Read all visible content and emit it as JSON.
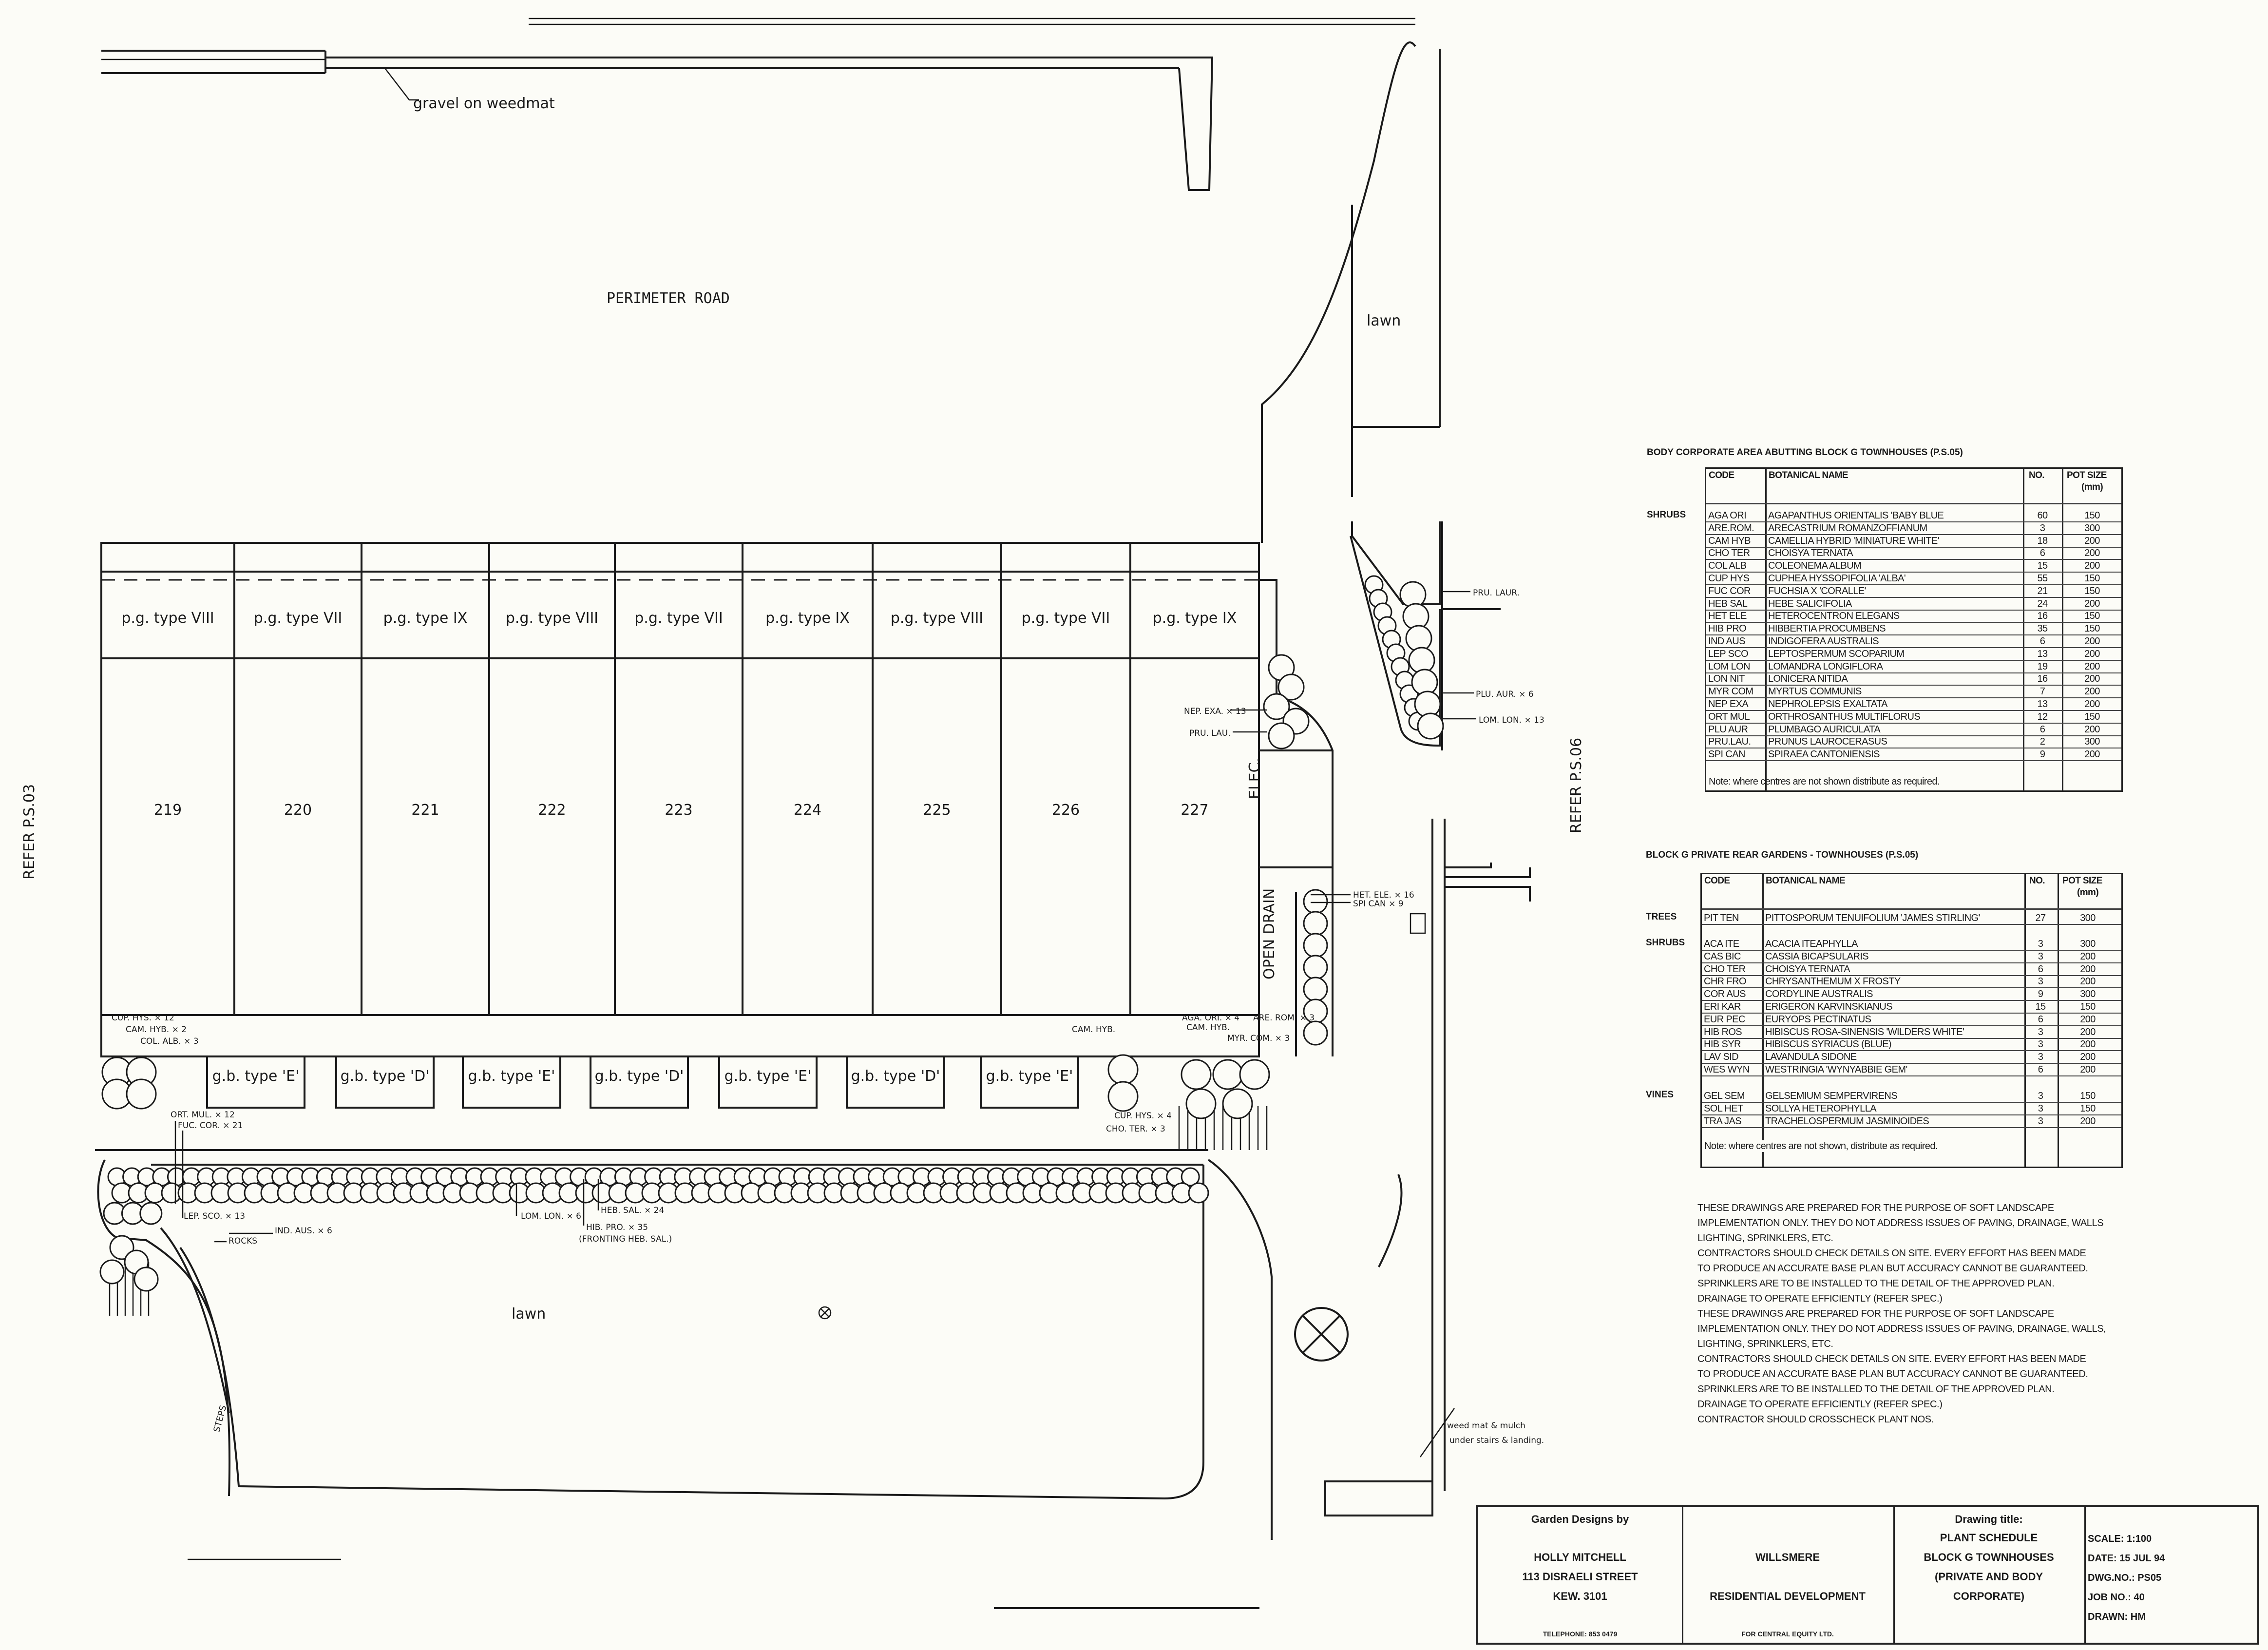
{
  "plan": {
    "perimeter_road": "PERIMETER ROAD",
    "gravel_label": "gravel on weedmat",
    "lawn_top": "lawn",
    "lawn_bottom": "lawn",
    "refer_left": "REFER P.S.03",
    "refer_right": "REFER P.S.06",
    "elec": "ELEC.",
    "open_drain": "OPEN DRAIN",
    "steps": "STEPS",
    "units": [
      {
        "type": "p.g. type VIII",
        "number": "219"
      },
      {
        "type": "p.g. type VII",
        "number": "220"
      },
      {
        "type": "p.g. type IX",
        "number": "221"
      },
      {
        "type": "p.g. type VIII",
        "number": "222"
      },
      {
        "type": "p.g. type VII",
        "number": "223"
      },
      {
        "type": "p.g. type IX",
        "number": "224"
      },
      {
        "type": "p.g. type VIII",
        "number": "225"
      },
      {
        "type": "p.g. type VII",
        "number": "226"
      },
      {
        "type": "p.g. type IX",
        "number": "227"
      }
    ],
    "garden_beds": [
      "g.b. type 'E'",
      "g.b. type 'D'",
      "g.b. type 'E'",
      "g.b. type 'D'",
      "g.b. type 'E'",
      "g.b. type 'D'",
      "g.b. type 'E'"
    ],
    "annotations": {
      "cup_hys_12": "CUP. HYS. × 12",
      "cam_hyb_2": "CAM. HYB. × 2",
      "col_alb_3": "COL. ALB. × 3",
      "ort_mul_12": "ORT. MUL. × 12",
      "fuc_cor_21": "FUC. COR. × 21",
      "lep_sco_13": "LEP. SCO. × 13",
      "ind_aus_6": "IND. AUS. × 6",
      "rocks": "ROCKS",
      "lom_lon_6": "LOM. LON. × 6",
      "heb_sal_24": "HEB. SAL. × 24",
      "hib_pro_35": "HIB. PRO. × 35",
      "fronting": "(FRONTING HEB. SAL.)",
      "cam_hyb_a": "CAM. HYB.",
      "aga_ori_4": "AGA. ORI. × 4",
      "cam_hyb_b": "CAM. HYB.",
      "myr_com_3": "MYR. COM. × 3",
      "are_rom_3": "ARE. ROM. × 3",
      "cup_hys_4": "CUP. HYS. × 4",
      "cho_ter_3": "CHO. TER. × 3",
      "nep_exa_13": "NEP. EXA. × 13",
      "pru_lau": "PRU. LAU.",
      "pru_laur": "PRU. LAUR.",
      "plu_aur_6": "PLU. AUR. × 6",
      "lom_lon_13": "LOM. LON. × 13",
      "het_ele_16": "HET. ELE. × 16",
      "spi_can_9": "SPI CAN × 9",
      "weed_mat_1": "weed mat & mulch",
      "weed_mat_2": "under stairs & landing."
    }
  },
  "schedule1": {
    "title": "BODY CORPORATE AREA ABUTTING BLOCK G TOWNHOUSES (P.S.05)",
    "headers": {
      "code": "CODE",
      "name": "BOTANICAL NAME",
      "no": "NO.",
      "pot": "POT SIZE",
      "pot_unit": "(mm)"
    },
    "group": "SHRUBS",
    "rows": [
      {
        "code": "AGA ORI",
        "name": "AGAPANTHUS ORIENTALIS 'BABY BLUE",
        "no": "60",
        "pot": "150"
      },
      {
        "code": "ARE.ROM.",
        "name": "ARECASTRIUM ROMANZOFFIANUM",
        "no": "3",
        "pot": "300"
      },
      {
        "code": "CAM HYB",
        "name": "CAMELLIA HYBRID 'MINIATURE WHITE'",
        "no": "18",
        "pot": "200"
      },
      {
        "code": "CHO TER",
        "name": "CHOISYA TERNATA",
        "no": "6",
        "pot": "200"
      },
      {
        "code": "COL ALB",
        "name": "COLEONEMA ALBUM",
        "no": "15",
        "pot": "200"
      },
      {
        "code": "CUP HYS",
        "name": "CUPHEA HYSSOPIFOLIA 'ALBA'",
        "no": "55",
        "pot": "150"
      },
      {
        "code": "FUC COR",
        "name": "FUCHSIA X 'CORALLE'",
        "no": "21",
        "pot": "150"
      },
      {
        "code": "HEB SAL",
        "name": "HEBE SALICIFOLIA",
        "no": "24",
        "pot": "200"
      },
      {
        "code": "HET ELE",
        "name": "HETEROCENTRON ELEGANS",
        "no": "16",
        "pot": "150"
      },
      {
        "code": "HIB PRO",
        "name": "HIBBERTIA PROCUMBENS",
        "no": "35",
        "pot": "150"
      },
      {
        "code": "IND AUS",
        "name": "INDIGOFERA AUSTRALIS",
        "no": "6",
        "pot": "200"
      },
      {
        "code": "LEP SCO",
        "name": "LEPTOSPERMUM SCOPARIUM",
        "no": "13",
        "pot": "200"
      },
      {
        "code": "LOM LON",
        "name": "LOMANDRA LONGIFLORA",
        "no": "19",
        "pot": "200"
      },
      {
        "code": "LON NIT",
        "name": "LONICERA NITIDA",
        "no": "16",
        "pot": "200"
      },
      {
        "code": "MYR COM",
        "name": "MYRTUS COMMUNIS",
        "no": "7",
        "pot": "200"
      },
      {
        "code": "NEP EXA",
        "name": "NEPHROLEPSIS EXALTATA",
        "no": "13",
        "pot": "200"
      },
      {
        "code": "ORT MUL",
        "name": "ORTHROSANTHUS MULTIFLORUS",
        "no": "12",
        "pot": "150"
      },
      {
        "code": "PLU AUR",
        "name": "PLUMBAGO AURICULATA",
        "no": "6",
        "pot": "200"
      },
      {
        "code": "PRU.LAU.",
        "name": "PRUNUS LAUROCERASUS",
        "no": "2",
        "pot": "300"
      },
      {
        "code": "SPI CAN",
        "name": "SPIRAEA CANTONIENSIS",
        "no": "9",
        "pot": "200"
      }
    ],
    "note": "Note: where centres are not shown distribute as required."
  },
  "schedule2": {
    "title": "BLOCK G PRIVATE REAR GARDENS - TOWNHOUSES (P.S.05)",
    "headers": {
      "code": "CODE",
      "name": "BOTANICAL NAME",
      "no": "NO.",
      "pot": "POT SIZE",
      "pot_unit": "(mm)"
    },
    "groups": [
      {
        "label": "TREES",
        "rows": [
          {
            "code": "PIT TEN",
            "name": "PITTOSPORUM TENUIFOLIUM 'JAMES STIRLING'",
            "no": "27",
            "pot": "300"
          }
        ]
      },
      {
        "label": "SHRUBS",
        "rows": [
          {
            "code": "ACA ITE",
            "name": "ACACIA ITEAPHYLLA",
            "no": "3",
            "pot": "300"
          },
          {
            "code": "CAS BIC",
            "name": "CASSIA BICAPSULARIS",
            "no": "3",
            "pot": "200"
          },
          {
            "code": "CHO TER",
            "name": "CHOISYA TERNATA",
            "no": "6",
            "pot": "200"
          },
          {
            "code": "CHR FRO",
            "name": "CHRYSANTHEMUM X FROSTY",
            "no": "3",
            "pot": "200"
          },
          {
            "code": "COR  AUS",
            "name": "CORDYLINE AUSTRALIS",
            "no": "9",
            "pot": "300"
          },
          {
            "code": "ERI KAR",
            "name": "ERIGERON KARVINSKIANUS",
            "no": "15",
            "pot": "150"
          },
          {
            "code": "EUR PEC",
            "name": "EURYOPS PECTINATUS",
            "no": "6",
            "pot": "200"
          },
          {
            "code": "HIB ROS",
            "name": "HIBISCUS ROSA-SINENSIS 'WILDERS WHITE'",
            "no": "3",
            "pot": "200"
          },
          {
            "code": "HIB SYR",
            "name": "HIBISCUS SYRIACUS (BLUE)",
            "no": "3",
            "pot": "200"
          },
          {
            "code": "LAV SID",
            "name": "LAVANDULA SIDONE",
            "no": "3",
            "pot": "200"
          },
          {
            "code": "WES WYN",
            "name": "WESTRINGIA 'WYNYABBIE GEM'",
            "no": "6",
            "pot": "200"
          }
        ]
      },
      {
        "label": "VINES",
        "rows": [
          {
            "code": "GEL SEM",
            "name": "GELSEMIUM SEMPERVIRENS",
            "no": "3",
            "pot": "150"
          },
          {
            "code": "SOL HET",
            "name": "SOLLYA HETEROPHYLLA",
            "no": "3",
            "pot": "150"
          },
          {
            "code": "TRA JAS",
            "name": "TRACHELOSPERMUM JASMINOIDES",
            "no": "3",
            "pot": "200"
          }
        ]
      }
    ],
    "note": "Note: where centres are not shown, distribute as required."
  },
  "notes": [
    "THESE DRAWINGS ARE PREPARED FOR THE PURPOSE OF SOFT LANDSCAPE",
    "IMPLEMENTATION ONLY.  THEY DO NOT ADDRESS ISSUES OF PAVING, DRAINAGE, WALLS",
    "LIGHTING, SPRINKLERS, ETC.",
    "CONTRACTORS SHOULD CHECK DETAILS ON SITE.  EVERY EFFORT HAS BEEN MADE",
    "TO PRODUCE AN ACCURATE BASE PLAN BUT ACCURACY CANNOT BE GUARANTEED.",
    "SPRINKLERS ARE TO BE INSTALLED TO THE DETAIL OF THE APPROVED PLAN.",
    "DRAINAGE TO OPERATE EFFICIENTLY (REFER SPEC.)",
    "THESE DRAWINGS ARE PREPARED FOR THE PURPOSE OF SOFT LANDSCAPE",
    "IMPLEMENTATION ONLY.  THEY DO NOT ADDRESS ISSUES OF PAVING, DRAINAGE, WALLS,",
    "LIGHTING, SPRINKLERS, ETC.",
    "CONTRACTORS SHOULD CHECK DETAILS ON SITE.  EVERY EFFORT HAS BEEN MADE",
    "TO PRODUCE AN ACCURATE BASE PLAN BUT ACCURACY CANNOT BE GUARANTEED.",
    "SPRINKLERS ARE TO BE INSTALLED TO THE DETAIL OF THE APPROVED PLAN.",
    "DRAINAGE TO OPERATE EFFICIENTLY (REFER SPEC.)",
    "CONTRACTOR SHOULD CROSSCHECK PLANT NOS."
  ],
  "title_block": {
    "designer_heading": "Garden Designs by",
    "designer_name": "HOLLY MITCHELL",
    "designer_street": "113 DISRAELI STREET",
    "designer_suburb": "KEW.  3101",
    "telephone": "TELEPHONE: 853 0479",
    "project_name": "WILLSMERE",
    "project_type": "RESIDENTIAL DEVELOPMENT",
    "client": "FOR CENTRAL EQUITY LTD.",
    "drawing_title_label": "Drawing title:",
    "drawing_title_1": "PLANT SCHEDULE",
    "drawing_title_2": "BLOCK G TOWNHOUSES",
    "drawing_title_3": "(PRIVATE AND BODY",
    "drawing_title_4": "CORPORATE)",
    "scale": "SCALE: 1:100",
    "date": "DATE: 15 JUL 94",
    "dwg_no": "DWG.NO.:  PS05",
    "job_no": "JOB NO.:  40",
    "drawn": "DRAWN:  HM"
  }
}
